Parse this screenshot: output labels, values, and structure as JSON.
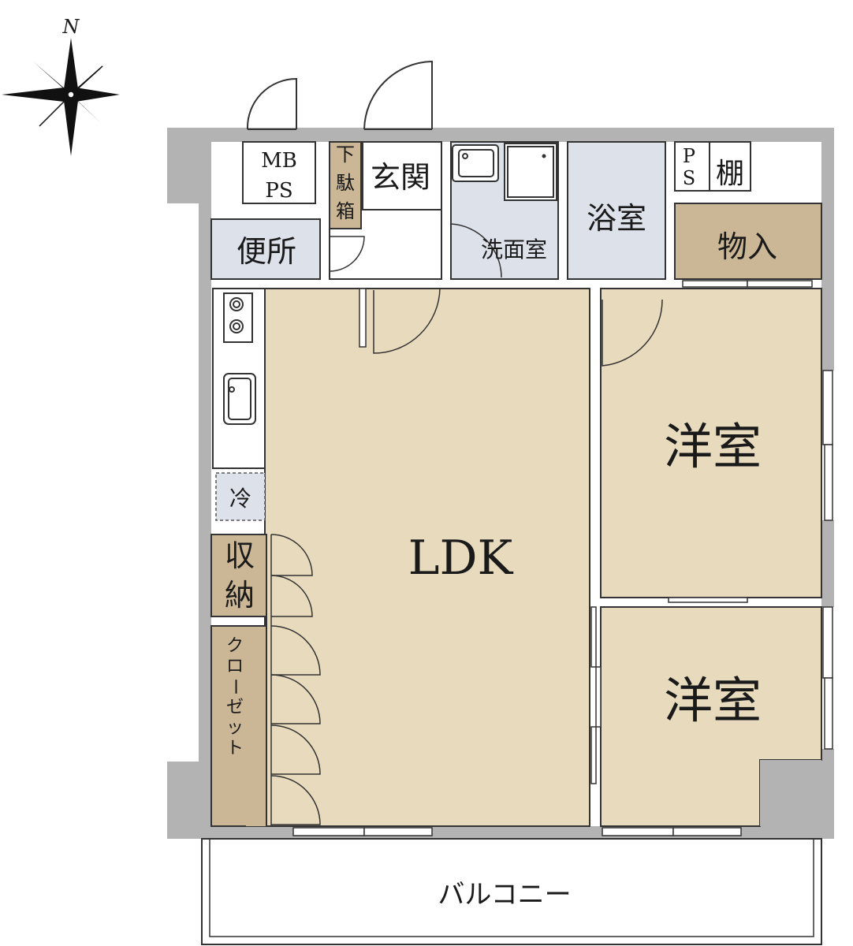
{
  "compass": {
    "north_label": "N"
  },
  "rooms": {
    "mb_ps_top": "MB",
    "mb_ps_bottom": "PS",
    "shoe_box": [
      "下",
      "駄",
      "箱"
    ],
    "entrance": "玄関",
    "toilet": "便所",
    "washroom": "洗面室",
    "bathroom": "浴室",
    "ps_small": [
      "P",
      "S"
    ],
    "shelf": "棚",
    "storage": "物入",
    "ldk": "LDK",
    "western_room_1": "洋室",
    "western_room_2": "洋室",
    "fridge": "冷",
    "closet_storage": [
      "収",
      "納"
    ],
    "closet": [
      "ク",
      "ロ",
      "ー",
      "ゼ",
      "ッ",
      "ト"
    ],
    "balcony": "バルコニー"
  },
  "colors": {
    "wall": "#b3b3b3",
    "living": "#e8dbbd",
    "wet_area": "#dde1ea",
    "storage": "#cbb796",
    "outline": "#333333"
  }
}
